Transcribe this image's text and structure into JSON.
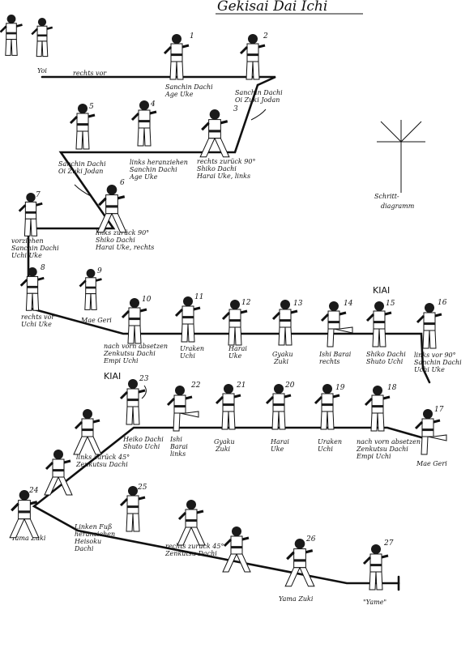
{
  "title": "Gekisai Dai Ichi",
  "kiai": [
    "KIAI",
    "KIAI"
  ],
  "start": {
    "yoi": "Yoi",
    "rechts_vor": "rechts vor"
  },
  "steps": [
    {
      "n": "1",
      "lines": [
        "Sanchin Dachi",
        "Age Uke"
      ]
    },
    {
      "n": "2",
      "lines": [
        "Sanchin Dachi",
        "Oi Zuki Jodan"
      ]
    },
    {
      "n": "3",
      "lines": [
        "rechts zurück 90°",
        "Shiko Dachi",
        "Harai Uke, links"
      ]
    },
    {
      "n": "4",
      "lines": [
        "links heranziehen",
        "Sanchin Dachi",
        "Age Uke"
      ]
    },
    {
      "n": "5",
      "lines": [
        "Sanchin Dachi",
        "Oi Zuki Jodan"
      ]
    },
    {
      "n": "6",
      "lines": [
        "links zurück 90°",
        "Shiko Dachi",
        "Harai Uke, rechts"
      ]
    },
    {
      "n": "7",
      "lines": [
        "vorziehen",
        "Sanchin Dachi",
        "Uchi Uke"
      ]
    },
    {
      "n": "8",
      "lines": [
        "rechts vor",
        "Uchi Uke"
      ]
    },
    {
      "n": "9",
      "lines": [
        "Mae Geri"
      ]
    },
    {
      "n": "10",
      "lines": [
        "nach vorn absetzen",
        "Zenkutsu Dachi",
        "Empi Uchi"
      ]
    },
    {
      "n": "11",
      "lines": [
        "Uraken",
        "Uchi"
      ]
    },
    {
      "n": "12",
      "lines": [
        "Harai",
        "Uke"
      ]
    },
    {
      "n": "13",
      "lines": [
        "Gyaku",
        "Zuki"
      ]
    },
    {
      "n": "14",
      "lines": [
        "Ishi Barai",
        "rechts"
      ]
    },
    {
      "n": "15",
      "lines": [
        "Shiko Dachi",
        "Shuto Uchi"
      ]
    },
    {
      "n": "16",
      "lines": [
        "links vor 90°",
        "Sanchin Dachi",
        "Uchi Uke"
      ]
    },
    {
      "n": "17",
      "lines": [
        "Mae Geri"
      ]
    },
    {
      "n": "18",
      "lines": [
        "nach vorn absetzen",
        "Zenkutsu Dachi",
        "Empi Uchi"
      ]
    },
    {
      "n": "19",
      "lines": [
        "Uraken",
        "Uchi"
      ]
    },
    {
      "n": "20",
      "lines": [
        "Harai",
        "Uke"
      ]
    },
    {
      "n": "21",
      "lines": [
        "Gyaku",
        "Zuki"
      ]
    },
    {
      "n": "22",
      "lines": [
        "Ishi",
        "Barai",
        "links"
      ]
    },
    {
      "n": "23",
      "lines": [
        "Heiko Dachi",
        "Shuto Uchi"
      ]
    },
    {
      "n": "24",
      "lines": [
        "Yama Zuki"
      ]
    },
    {
      "n": "25",
      "lines": []
    },
    {
      "n": "26",
      "lines": [
        "Yama Zuki"
      ]
    },
    {
      "n": "27",
      "lines": [
        "\"Yame\""
      ]
    }
  ],
  "extra_labels": {
    "links_zurueck_45": [
      "links zurück 45°",
      "Zenkutsu Dachi"
    ],
    "linken_fuss": [
      "Linken Fuß",
      "heranziehen",
      "Heisoku",
      "Dachi"
    ],
    "rechts_zurueck_45": [
      "rechts zurück 45°",
      "Zenkutsu Dachi"
    ]
  },
  "schritt": [
    "Schritt-",
    "diagramm"
  ]
}
